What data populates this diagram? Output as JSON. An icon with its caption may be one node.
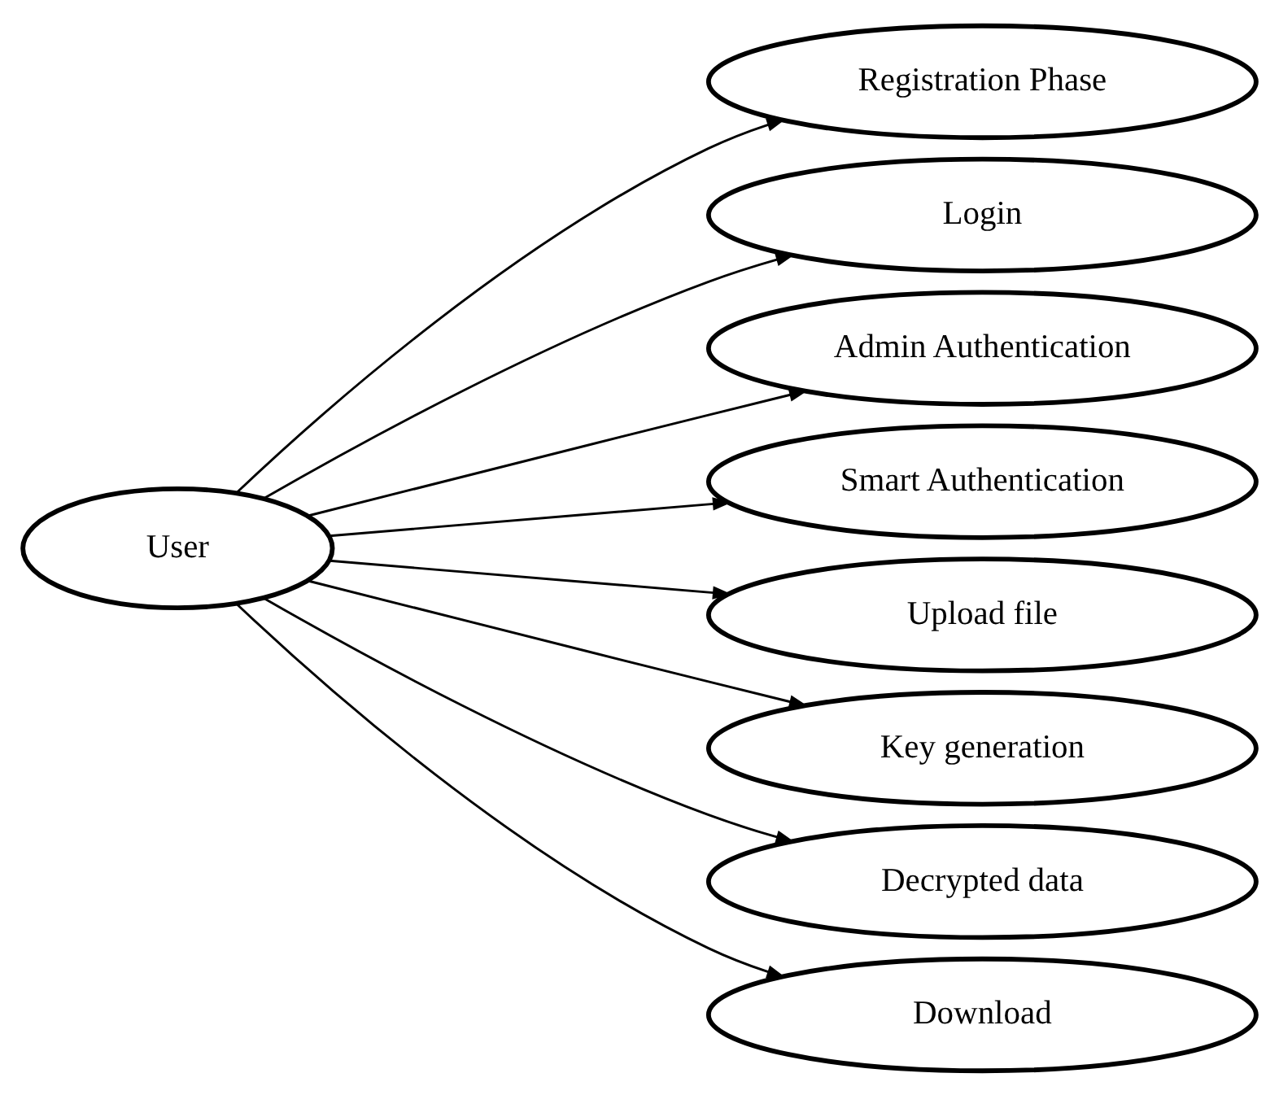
{
  "diagram": {
    "nodes": [
      {
        "text": [
          "User"
        ]
      },
      {
        "text": [
          "Registration Phase"
        ]
      },
      {
        "text": [
          "Login"
        ]
      },
      {
        "text": [
          "Admin Authentication"
        ]
      },
      {
        "text": [
          "Smart Authentication"
        ]
      },
      {
        "text": [
          "Upload file"
        ]
      },
      {
        "text": [
          "Key generation"
        ]
      },
      {
        "text": [
          "Decrypted data"
        ]
      },
      {
        "text": [
          "Download"
        ]
      }
    ],
    "edges": [
      {
        "from": 0,
        "to": 1,
        "arrow": "to"
      },
      {
        "from": 0,
        "to": 2,
        "arrow": "to"
      },
      {
        "from": 0,
        "to": 3,
        "arrow": "to"
      },
      {
        "from": 0,
        "to": 4,
        "arrow": "to"
      },
      {
        "from": 0,
        "to": 5,
        "arrow": "to"
      },
      {
        "from": 0,
        "to": 6,
        "arrow": "to"
      },
      {
        "from": 0,
        "to": 7,
        "arrow": "to"
      },
      {
        "from": 0,
        "to": 8,
        "arrow": "to"
      }
    ]
  }
}
